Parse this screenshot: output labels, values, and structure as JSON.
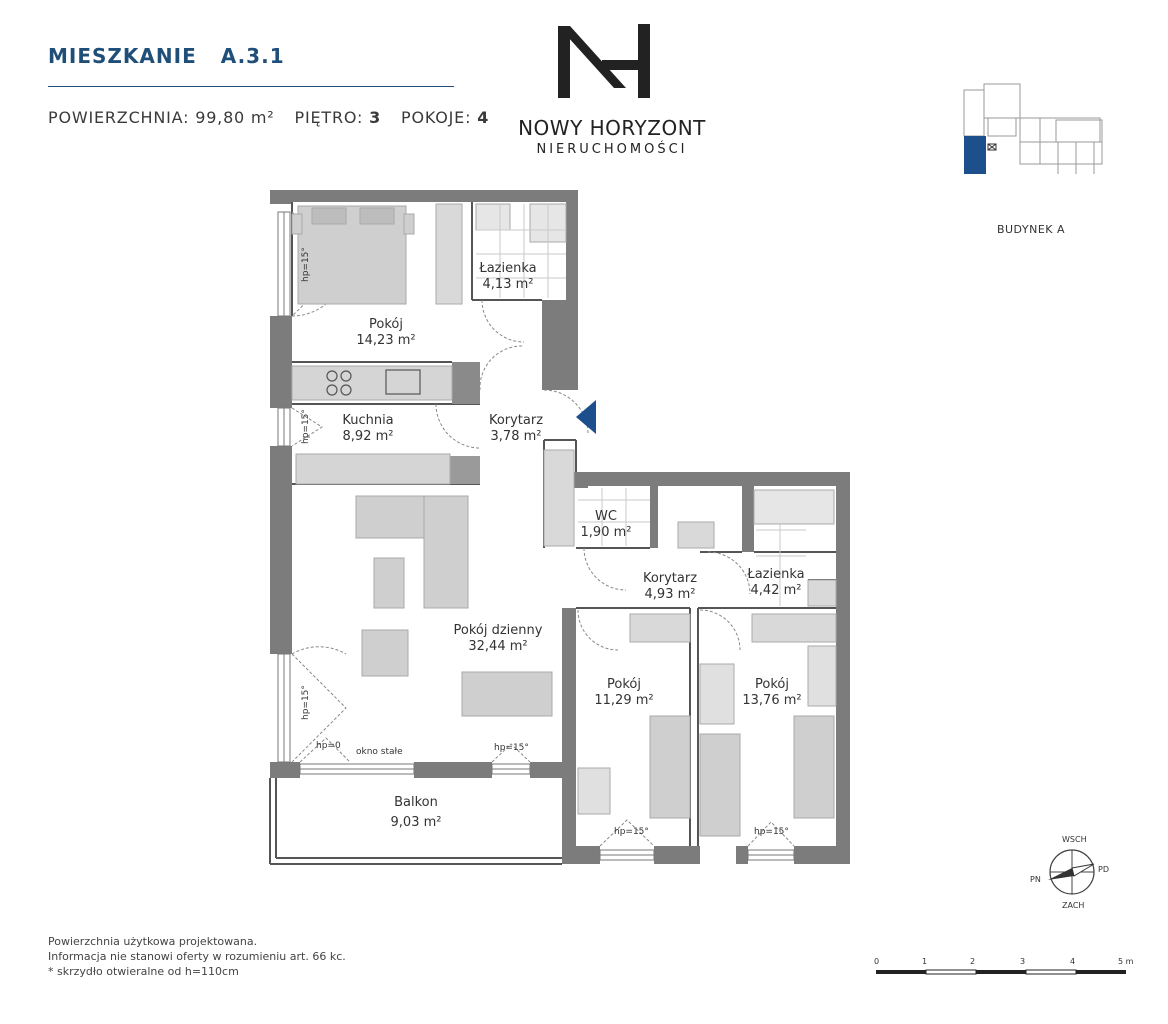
{
  "header": {
    "title": "MIESZKANIE",
    "code": "A.3.1",
    "area_label": "POWIERZCHNIA:",
    "area_value": "99,80 m²",
    "floor_label": "PIĘTRO:",
    "floor_value": "3",
    "rooms_label": "POKOJE:",
    "rooms_value": "4"
  },
  "brand": {
    "name": "NOWY HORYZONT",
    "sub": "NIERUCHOMOŚCI"
  },
  "building_label": "BUDYNEK A",
  "rooms": {
    "pokoj1_name": "Pokój",
    "pokoj1_area": "14,23 m²",
    "lazienka1_name": "Łazienka",
    "lazienka1_area": "4,13 m²",
    "kuchnia_name": "Kuchnia",
    "kuchnia_area": "8,92 m²",
    "korytarz1_name": "Korytarz",
    "korytarz1_area": "3,78 m²",
    "wc_name": "WC",
    "wc_area": "1,90 m²",
    "korytarz2_name": "Korytarz",
    "korytarz2_area": "4,93 m²",
    "lazienka2_name": "Łazienka",
    "lazienka2_area": "4,42 m²",
    "dzienny_name": "Pokój dzienny",
    "dzienny_area": "32,44 m²",
    "pokoj2_name": "Pokój",
    "pokoj2_area": "11,29 m²",
    "pokoj3_name": "Pokój",
    "pokoj3_area": "13,76 m²",
    "balkon_name": "Balkon",
    "balkon_area": "9,03 m²"
  },
  "annotations": {
    "hp15": "hp=15°",
    "hp0": "hp=0",
    "okno_stale": "okno stałe"
  },
  "compass": {
    "n": "WSCH",
    "e": "PD",
    "w": "PN",
    "s": "ZACH"
  },
  "scale": {
    "labels": [
      "0",
      "1",
      "2",
      "3",
      "4",
      "5 m"
    ]
  },
  "footer": {
    "line1": "Powierzchnia użytkowa projektowana.",
    "line2": "Informacja nie stanowi oferty w rozumieniu art. 66 kc.",
    "line3": "* skrzydło otwieralne od h=110cm"
  },
  "colors": {
    "accent": "#1f4f79",
    "wall": "#555555",
    "wall_fill": "#8a8a8a",
    "furniture": "#cfcfcf",
    "highlight_unit": "#1d4f8c"
  }
}
